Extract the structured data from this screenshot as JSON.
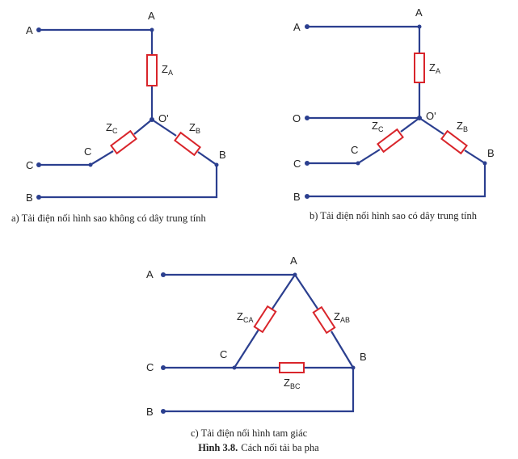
{
  "diagram_a": {
    "terminal_A": "A",
    "terminal_C": "C",
    "terminal_B": "B",
    "node_A": "A",
    "node_O": "O'",
    "node_C": "C",
    "node_B": "B",
    "za_main": "Z",
    "za_sub": "A",
    "zc_main": "Z",
    "zc_sub": "C",
    "zb_main": "Z",
    "zb_sub": "B",
    "caption": "a) Tải điện nối hình sao không có dây trung tính"
  },
  "diagram_b": {
    "terminal_A": "A",
    "terminal_O": "O",
    "terminal_C": "C",
    "terminal_B": "B",
    "node_A": "A",
    "node_O": "O'",
    "node_C": "C",
    "node_B": "B",
    "za_main": "Z",
    "za_sub": "A",
    "zc_main": "Z",
    "zc_sub": "C",
    "zb_main": "Z",
    "zb_sub": "B",
    "caption": "b) Tải điện nối hình sao có dây trung tính"
  },
  "diagram_c": {
    "terminal_A": "A",
    "terminal_C": "C",
    "terminal_B": "B",
    "node_A": "A",
    "node_C": "C",
    "node_B": "B",
    "zca_main": "Z",
    "zca_sub": "CA",
    "zab_main": "Z",
    "zab_sub": "AB",
    "zbc_main": "Z",
    "zbc_sub": "BC",
    "caption": "c) Tải điện nối hình tam giác"
  },
  "figure": {
    "number": "Hình 3.8.",
    "title": "Cách nối tải ba pha"
  },
  "colors": {
    "wire": "#2b3f8f",
    "resistor": "#d9252b"
  }
}
